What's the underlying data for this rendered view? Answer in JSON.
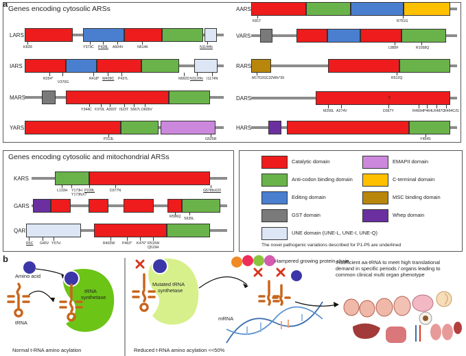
{
  "panel_a": {
    "letter": "a",
    "box1_title": "Genes encoding cytosolic ARSs",
    "box2_title": "Genes encoding cytosolic and mitochondrial ARSs",
    "genes": {
      "LARS": "LARS",
      "IARS": "IARS",
      "MARS": "MARS",
      "YARS": "YARS",
      "AARS": "AARS",
      "VARS": "VARS",
      "RARS": "RARS",
      "DARS": "DARS",
      "HARS": "HARS",
      "KARS": "KARS",
      "GARS": "GARS",
      "QARS": "QARS"
    },
    "mutations": {
      "LARS": [
        "K82R",
        "Y373C",
        "P428L",
        "A504V",
        "N614K",
        "N1144fs"
      ],
      "IARS": [
        "R254*",
        "V370G",
        "R418*",
        "W439C",
        "P437L",
        "N992D",
        "N1126fs",
        "I1174N"
      ],
      "MARS": [
        "Y344C",
        "F370L",
        "A393T",
        "I523T",
        "S567L",
        "D605V"
      ],
      "YARS": [
        "P213L",
        "G525R"
      ],
      "AARS": [
        "K81T",
        "R751G"
      ],
      "VARS": [
        "L885F",
        "R1058Q"
      ],
      "RARS": [
        "M1?D2GC32Wfs*39",
        "R512Q"
      ],
      "DARS": [
        "M256L",
        "A274V",
        "D367Y",
        "R460H",
        "P464L",
        "R487C",
        "R494C/G"
      ],
      "HARS": [
        "Y454S"
      ],
      "KARS": [
        "L133H",
        "Y173H",
        "Y173fsX7",
        "P228L",
        "D377N",
        "G578fsX20"
      ],
      "GARS": [
        "R596Q",
        "S635L"
      ],
      "QARS": [
        "R5C",
        "G45V",
        "Y57H",
        "R403W",
        "P463*",
        "K476*",
        "R515W",
        "Q519H"
      ]
    },
    "question_mark": "?",
    "legend": {
      "items": [
        {
          "label": "Catalytic domain",
          "color": "#ee1c1c"
        },
        {
          "label": "Anti-codon binding domain",
          "color": "#6ab34a"
        },
        {
          "label": "Editing domain",
          "color": "#4a7fd0"
        },
        {
          "label": "GST domain",
          "color": "#7a7a7a"
        },
        {
          "label": "UNE domain (UNE-L, UNE-I, UNE-Q)",
          "color": "#dde6f4"
        },
        {
          "label": "EMAPII domain",
          "color": "#cc88dd"
        },
        {
          "label": "C-terminal domain",
          "color": "#ffc000"
        },
        {
          "label": "MSC binding domain",
          "color": "#b8860b"
        },
        {
          "label": "Whep domain",
          "color": "#6b2fa0"
        }
      ],
      "note": "The novel pathogenic variations described for P1-P5 are underlined"
    }
  },
  "panel_b": {
    "letter": "b",
    "amino_acid": "Amino acid",
    "trna": "tRNA",
    "synthetase": "tRNA\nsynthetase",
    "synthetase_line1": "tRNA",
    "synthetase_line2": "synthetase",
    "mutated_line1": "Mutated tRNA",
    "mutated_line2": "synthetase",
    "hampered": "Hampered growing protein chain",
    "mrna": "mRNA",
    "insufficient_line1": "Insufficient aa-tRNA to meet high translational",
    "insufficient_line2": "demand in specific periods / organs leading to",
    "insufficient_line3": "common clinical multi organ phenotype",
    "normal": "Normal t-RNA amino acylation",
    "reduced": "Reduced t-RNA amino acylation <<50%"
  },
  "colors": {
    "catalytic": "#ee1c1c",
    "anticodon": "#6ab34a",
    "editing": "#4a7fd0",
    "gst": "#7a7a7a",
    "une": "#dde6f4",
    "emapii": "#cc88dd",
    "cterm": "#ffc000",
    "msc": "#b8860b",
    "whep": "#6b2fa0",
    "trna": "#c8651b",
    "synth_normal": "#6cc417",
    "synth_mut": "#d8f08c"
  }
}
